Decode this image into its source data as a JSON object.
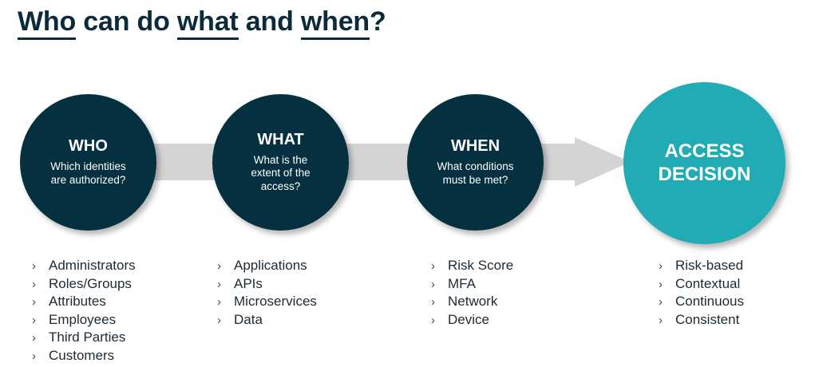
{
  "title": {
    "parts": [
      {
        "text": "Who",
        "underline": true
      },
      {
        "text": " can do ",
        "underline": false
      },
      {
        "text": "what",
        "underline": true
      },
      {
        "text": " and ",
        "underline": false
      },
      {
        "text": "when",
        "underline": true
      },
      {
        "text": "?",
        "underline": false
      }
    ],
    "plain": "Who can do what and when?"
  },
  "colors": {
    "navy": "#04303f",
    "teal": "#21abb5",
    "arrow_grey": "#d4d4d4",
    "title_text": "#0b2b3a",
    "list_text": "#1e2a33"
  },
  "arrow": {
    "name": "right-arrow-connector",
    "direction": "right"
  },
  "nodes": [
    {
      "id": "who",
      "title": "WHO",
      "subtitle": "Which identities\nare authorized?",
      "subtitle_lines": [
        "Which identities",
        "are authorized?"
      ],
      "style": "navy"
    },
    {
      "id": "what",
      "title": "WHAT",
      "subtitle": "What is the extent of the access?",
      "subtitle_lines": [
        "What is the",
        "extent of the",
        "access?"
      ],
      "style": "navy"
    },
    {
      "id": "when",
      "title": "WHEN",
      "subtitle": "What conditions must be met?",
      "subtitle_lines": [
        "What conditions",
        "must be met?"
      ],
      "style": "navy"
    },
    {
      "id": "access",
      "title": "ACCESS DECISION",
      "title_lines": [
        "ACCESS",
        "DECISION"
      ],
      "subtitle": "",
      "subtitle_lines": [],
      "style": "teal"
    }
  ],
  "lists": {
    "bullet_glyph": "›",
    "who": [
      "Administrators",
      "Roles/Groups",
      "Attributes",
      "Employees",
      "Third Parties",
      "Customers"
    ],
    "what": [
      "Applications",
      "APIs",
      "Microservices",
      "Data"
    ],
    "when": [
      "Risk Score",
      "MFA",
      "Network",
      "Device"
    ],
    "access": [
      "Risk-based",
      "Contextual",
      "Continuous",
      "Consistent"
    ]
  }
}
